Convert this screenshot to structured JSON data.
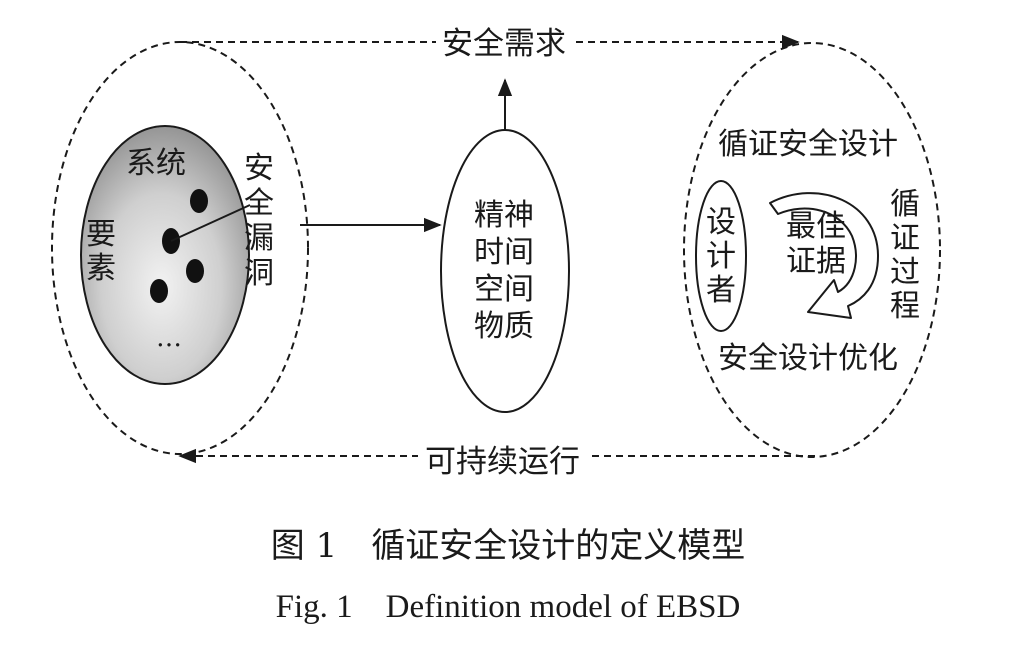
{
  "top_arrow_label": "安全需求",
  "bottom_arrow_label": "可持续运行",
  "left": {
    "system_label": "系统",
    "element_label": [
      "要",
      "素"
    ],
    "ellipsis": "…",
    "vulnerability_label": [
      "安",
      "全",
      "漏",
      "洞"
    ]
  },
  "center": {
    "lines": [
      "精神",
      "时间",
      "空间",
      "物质"
    ]
  },
  "right": {
    "top_label": "循证安全设计",
    "designer_label": [
      "设",
      "计",
      "者"
    ],
    "evidence_label": [
      "最佳",
      "证据"
    ],
    "process_label": [
      "循",
      "证",
      "过",
      "程"
    ],
    "bottom_label": "安全设计优化"
  },
  "caption": {
    "cn": "图 1　循证安全设计的定义模型",
    "en": "Fig. 1　Definition model of EBSD"
  },
  "colors": {
    "stroke": "#1a1a1a",
    "gray_fill": "#9a9a9a",
    "gray_highlight": "#eeeeee"
  }
}
